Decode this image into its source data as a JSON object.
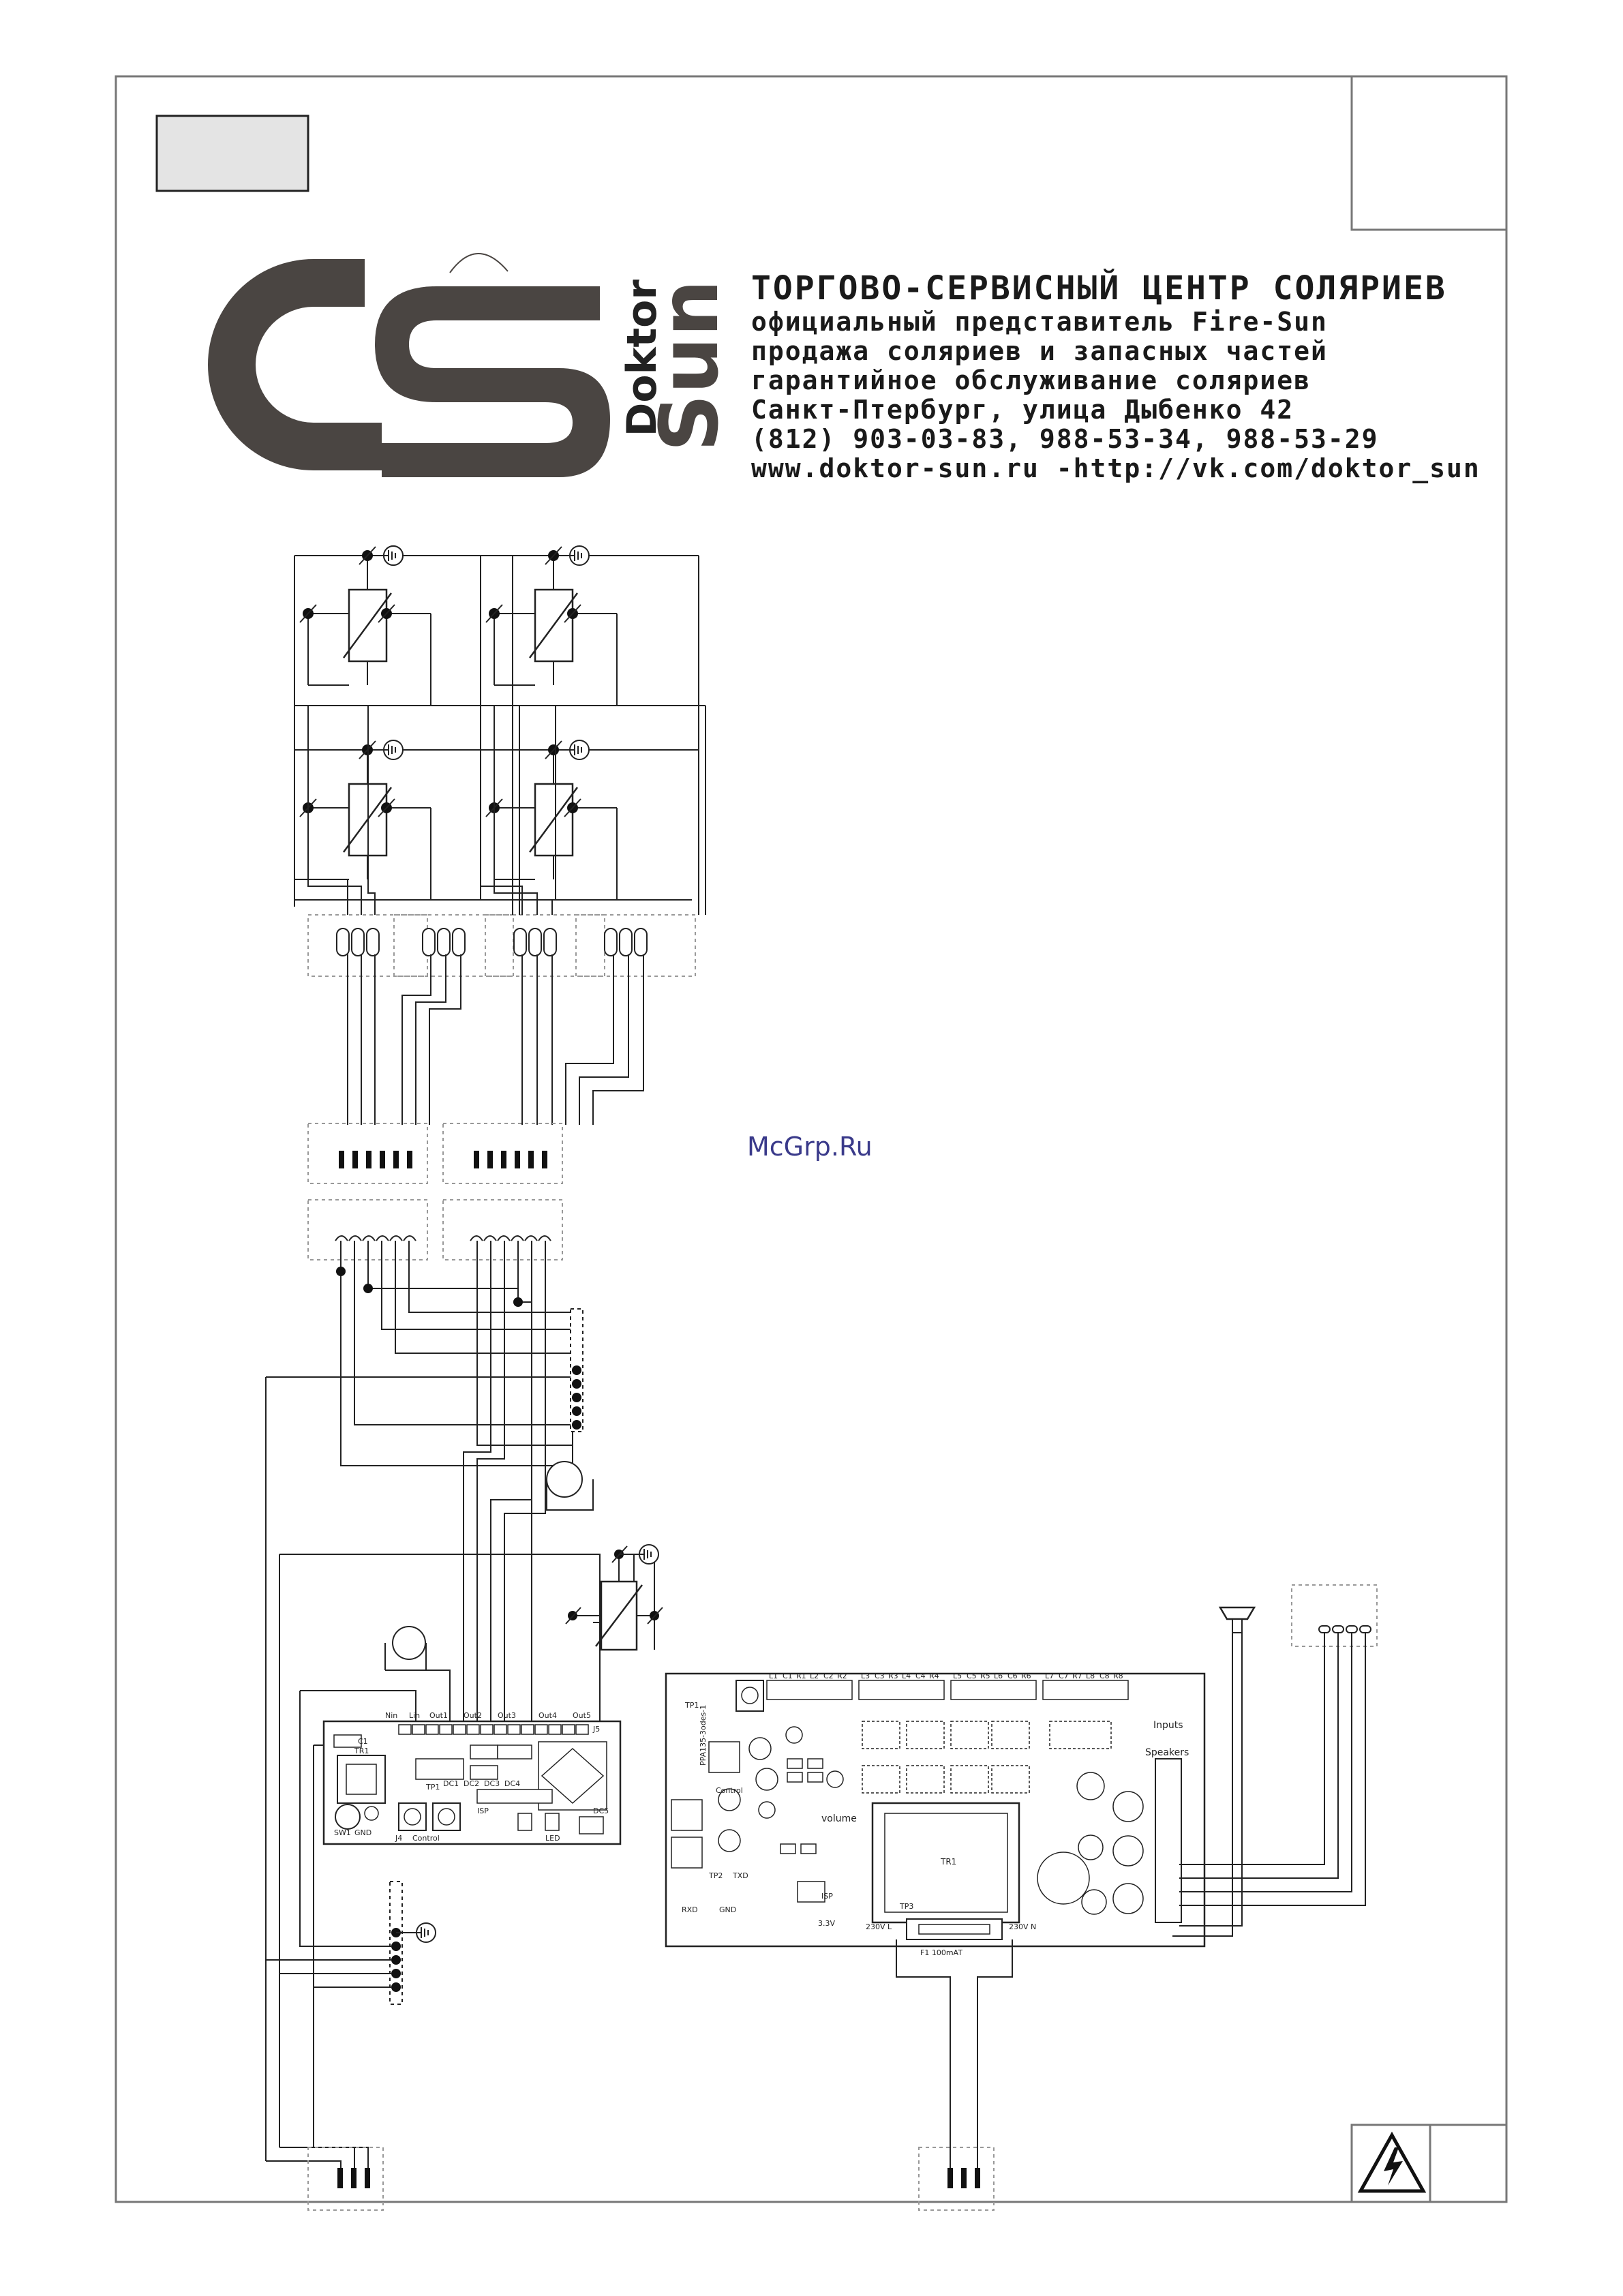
{
  "logo": {
    "letters": "cs",
    "brand_top": "Doktor",
    "brand_bottom": "Sun"
  },
  "company": {
    "title": "ТОРГОВО-СЕРВИСНЫЙ ЦЕНТР СОЛЯРИЕВ",
    "lines": [
      "официальный представитель Fire-Sun",
      "продажа соляриев и запасных частей",
      "гарантийное обслуживание соляриев",
      "Санкт-Птербург, улица Дыбенко 42",
      "(812) 903-03-83, 988-53-34, 988-53-29",
      "www.doktor-sun.ru -http://vk.com/doktor_sun"
    ]
  },
  "watermark": "McGrp.Ru",
  "icons": {
    "warning": "high-voltage-warning-icon",
    "ground": "ground-icon",
    "speaker": "speaker-icon"
  },
  "board_left": {
    "terminals": [
      "Nin",
      "Lin",
      "Out1",
      "Out2",
      "Out3",
      "Out4",
      "Out5"
    ],
    "labels": [
      "TR1",
      "C1",
      "SW1",
      "Control",
      "ISP",
      "LED",
      "J4",
      "J5",
      "DC1",
      "DC2",
      "DC3",
      "DC4",
      "DC5",
      "TP1",
      "GND"
    ]
  },
  "board_right": {
    "model": "PPA135-3odes-1",
    "top_pins": [
      "L1",
      "C1",
      "R1",
      "L2",
      "C2",
      "R2",
      "L3",
      "C3",
      "R3",
      "L4",
      "C4",
      "R4",
      "L5",
      "C5",
      "R5",
      "L6",
      "C6",
      "R6",
      "L7",
      "C7",
      "R7",
      "L8",
      "C8",
      "R8"
    ],
    "labels": {
      "inputs": "Inputs",
      "speakers": "Speakers",
      "volume": "volume",
      "transformer": "TR1",
      "fuse": "F1 100mAT",
      "mains_left": "230V L",
      "mains_right": "230V N",
      "control": "Control",
      "isp": "ISP",
      "rxd": "RXD",
      "txd": "TXD",
      "supply": "3.3V",
      "uart_gnd": "GND",
      "test_points": [
        "TP1",
        "TP2",
        "TP3"
      ]
    }
  }
}
